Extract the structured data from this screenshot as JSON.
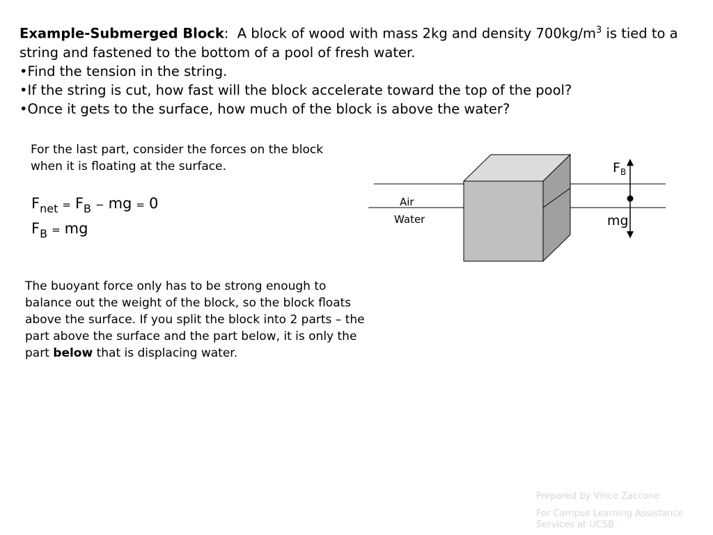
{
  "problem": {
    "title": "Example-Submerged Block",
    "title_sep": ":",
    "intro": "A block of wood with mass 2kg and density 700kg/m",
    "intro_sup": "3",
    "intro_end": " is tied to a string and fastened to the bottom of a pool of fresh water.",
    "bullet": "•",
    "bullets": [
      "Find the tension in the string.",
      "If the string is cut, how fast will the block accelerate toward the top of the pool?",
      "Once it gets to the surface, how much of the block is above the water?"
    ]
  },
  "note1": "For the last part, consider the forces on the block when it is floating at the surface.",
  "equations": {
    "eq1": {
      "F": "F",
      "net": "net",
      "eq": "=",
      "FB": "F",
      "B": "B",
      "minus": "−",
      "mg": "mg",
      "eq2": "=",
      "zero": "0"
    },
    "eq2": {
      "FB": "F",
      "B": "B",
      "eq": "=",
      "mg": "mg"
    }
  },
  "diagram": {
    "air_label": "Air",
    "water_label": "Water",
    "fb_label": "F",
    "fb_sub": "B",
    "mg_label": "mg",
    "block_front_color": "#c0c0c0",
    "block_top_color": "#dcdcdc",
    "block_side_color": "#a0a0a0"
  },
  "note2": {
    "before": "The buoyant force only has to be strong enough to balance out the weight of the block, so the block floats above the surface.  If you split the block into 2 parts – the part above the surface and the part below, it is only the part ",
    "bold": "below",
    "after": " that is displacing water."
  },
  "credits": {
    "line1": "Prepared by Vince Zaccone",
    "line2": "For Campus Learning Assistance Services at UCSB"
  }
}
